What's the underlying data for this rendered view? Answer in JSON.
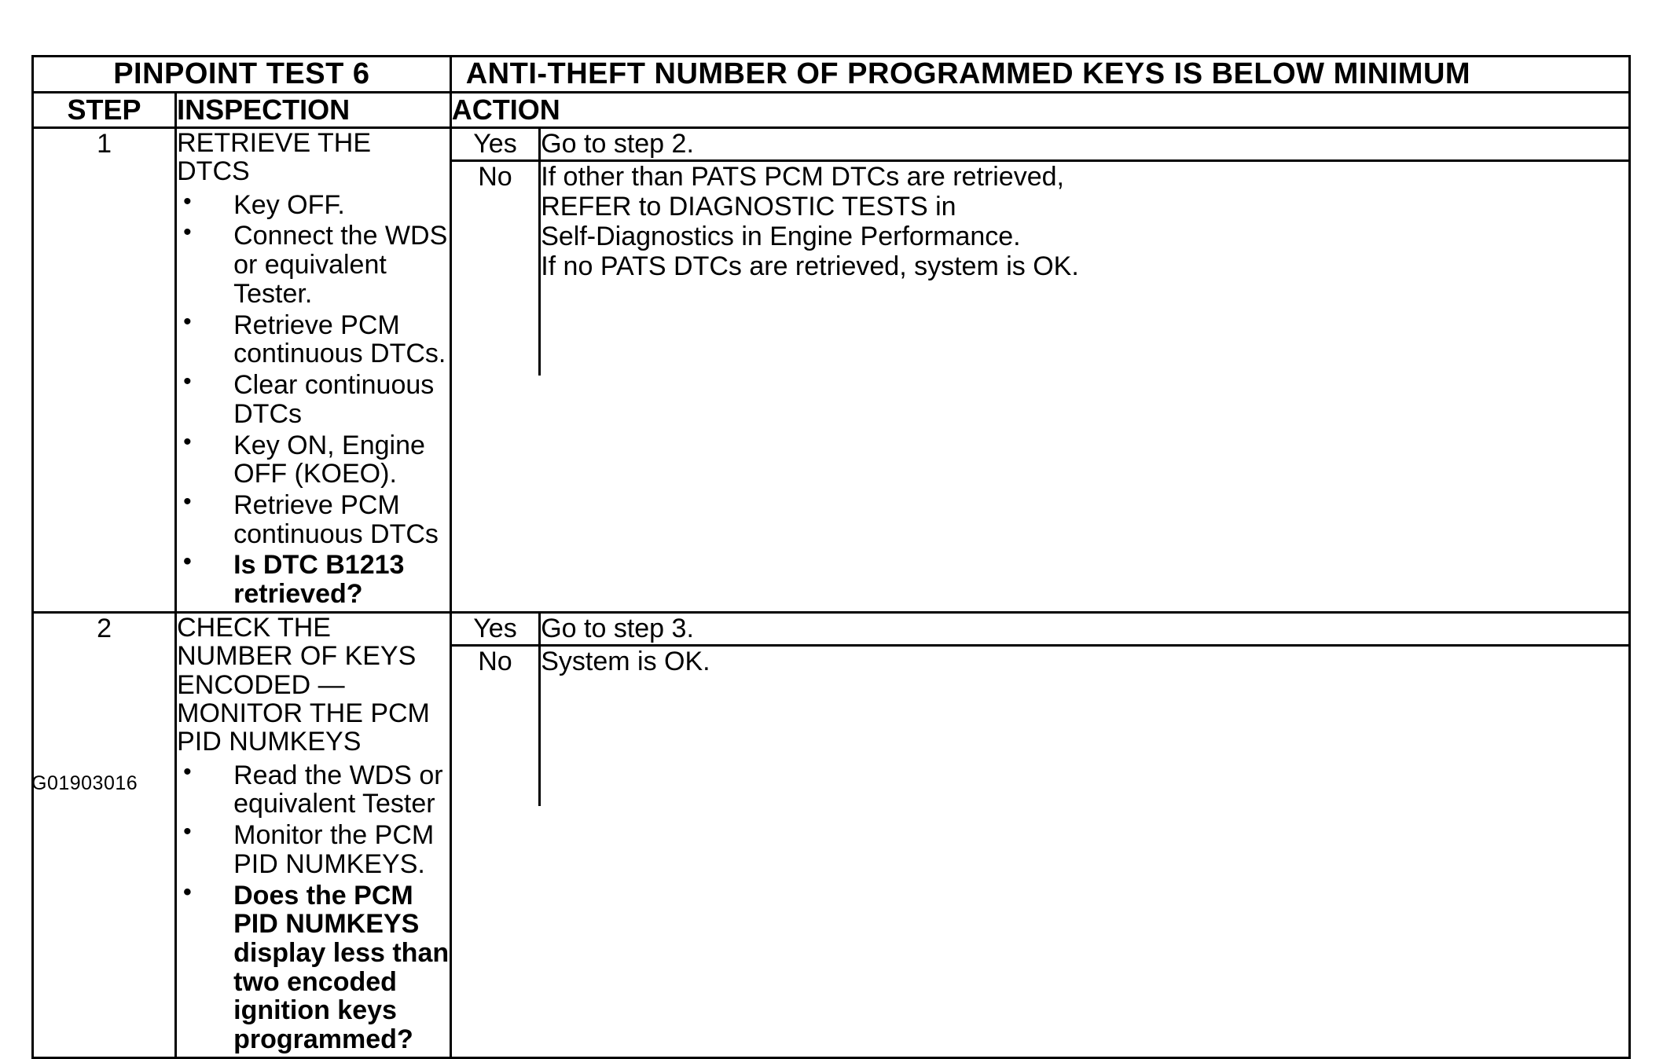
{
  "header": {
    "test_label": "PINPOINT TEST 6",
    "test_title": "ANTI-THEFT NUMBER OF PROGRAMMED KEYS IS BELOW MINIMUM"
  },
  "columns": {
    "step": "STEP",
    "inspection": "INSPECTION",
    "action": "ACTION"
  },
  "rows": [
    {
      "step": "1",
      "inspection_title": "RETRIEVE THE DTCS",
      "bullets": [
        {
          "text": "Key OFF.",
          "bold": false
        },
        {
          "text": "Connect the WDS or equivalent Tester.",
          "bold": false
        },
        {
          "text": "Retrieve PCM continuous DTCs.",
          "bold": false
        },
        {
          "text": "Clear continuous DTCs",
          "bold": false
        },
        {
          "text": "Key ON, Engine OFF (KOEO).",
          "bold": false
        },
        {
          "text": "Retrieve PCM continuous DTCs",
          "bold": false
        },
        {
          "text": "Is DTC B1213 retrieved?",
          "bold": true
        }
      ],
      "actions": [
        {
          "answer": "Yes",
          "text": "Go to step 2."
        },
        {
          "answer": "No",
          "text": "If other than PATS PCM DTCs are retrieved,\nREFER to DIAGNOSTIC TESTS in\nSelf-Diagnostics in Engine Performance.\nIf no PATS DTCs are retrieved, system is OK."
        }
      ]
    },
    {
      "step": "2",
      "inspection_title": "CHECK THE NUMBER OF KEYS ENCODED —\nMONITOR THE PCM PID NUMKEYS",
      "bullets": [
        {
          "text": "Read the WDS or equivalent Tester",
          "bold": false
        },
        {
          "text": "Monitor the PCM PID NUMKEYS.",
          "bold": false
        },
        {
          "text": "Does the PCM PID NUMKEYS display less than two encoded ignition keys programmed?",
          "bold": true
        }
      ],
      "actions": [
        {
          "answer": "Yes",
          "text": "Go to step 3."
        },
        {
          "answer": "No",
          "text": "System is OK."
        }
      ]
    }
  ],
  "figure_id": "G01903016"
}
